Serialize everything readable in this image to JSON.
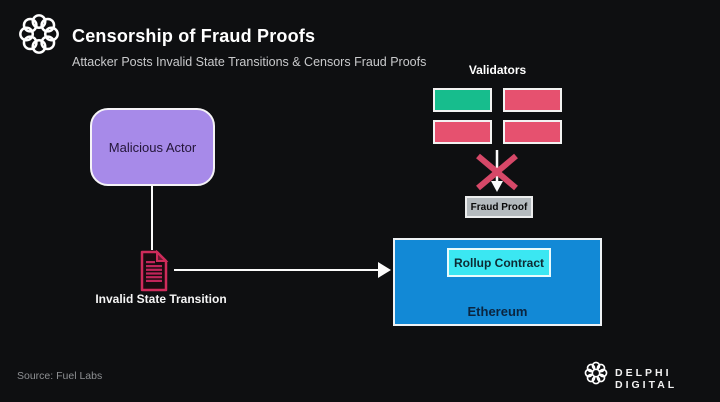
{
  "header": {
    "title": "Censorship of Fraud Proofs",
    "subtitle": "Attacker Posts Invalid State Transitions & Censors Fraud Proofs"
  },
  "diagram": {
    "validators": {
      "label": "Validators",
      "cells": [
        {
          "status": "honest",
          "color": "#17bd8d"
        },
        {
          "status": "malicious",
          "color": "#e6516f"
        },
        {
          "status": "malicious",
          "color": "#e6516f"
        },
        {
          "status": "malicious",
          "color": "#e6516f"
        }
      ]
    },
    "malicious_actor": {
      "label": "Malicious Actor",
      "color": "#a78ae9"
    },
    "invalid_state_transition": {
      "label": "Invalid State Transition",
      "icon": "document-icon",
      "icon_color": "#cf2b5b"
    },
    "blocked": {
      "x_color": "#d64868",
      "arrow_color": "#fbfbfb"
    },
    "fraud_proof": {
      "label": "Fraud Proof",
      "color": "#b4babe"
    },
    "rollup_contract": {
      "label": "Rollup Contract",
      "color": "#3be7f2"
    },
    "ethereum": {
      "label": "Ethereum",
      "color": "#1289d6"
    }
  },
  "footer": {
    "source": "Source: Fuel Labs",
    "brand": "DELPHI DIGITAL",
    "brand_icon": "delphi-chain-ring-icon"
  }
}
